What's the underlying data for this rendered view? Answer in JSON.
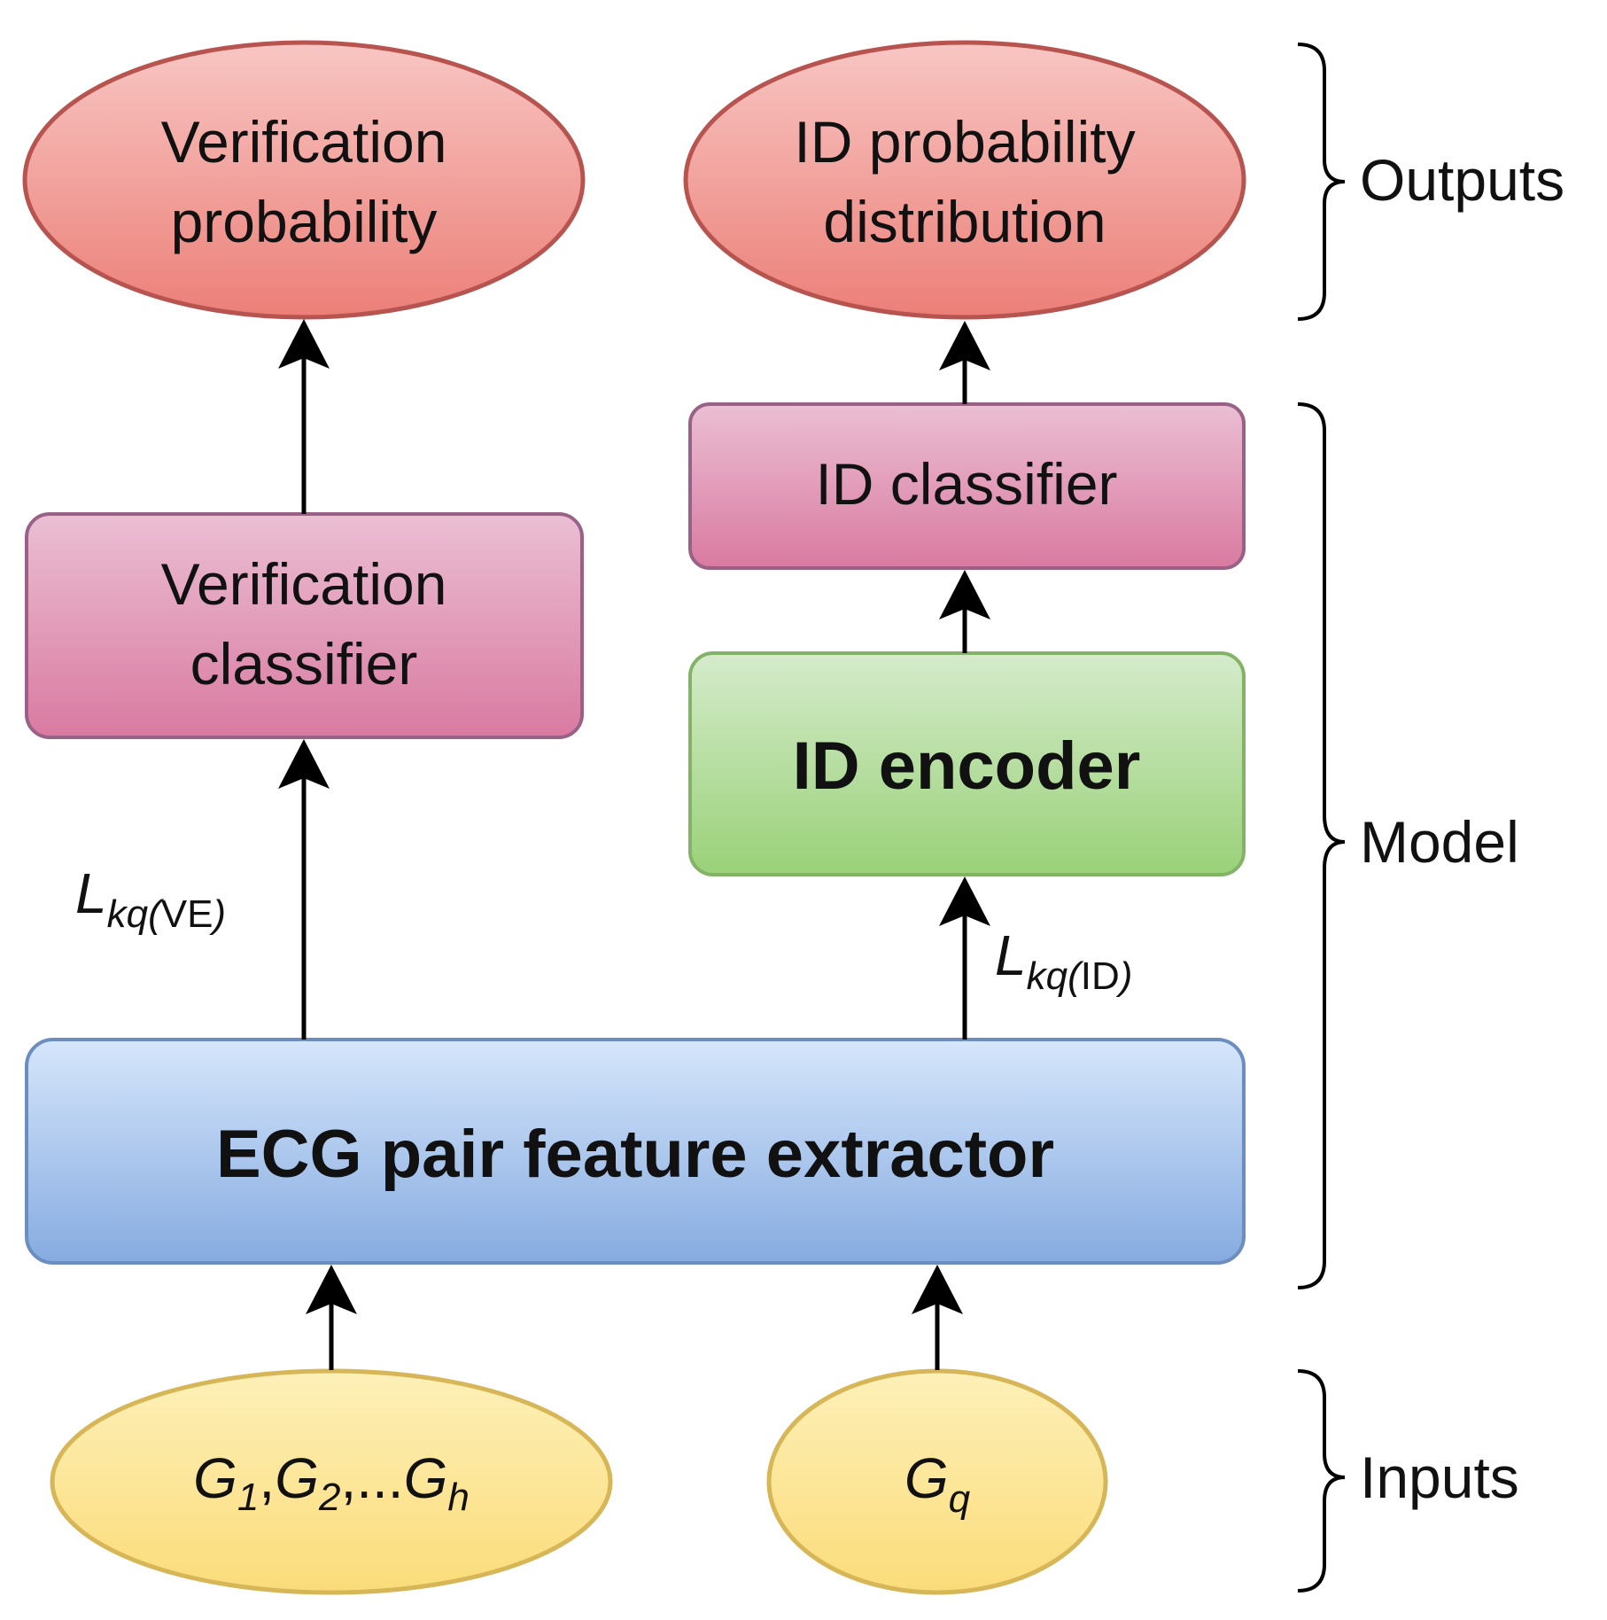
{
  "outputs": {
    "verification_probability": [
      "Verification",
      "probability"
    ],
    "id_probability_distribution": [
      "ID probability",
      "distribution"
    ]
  },
  "model": {
    "id_classifier": "ID classifier",
    "verification_classifier": [
      "Verification",
      "classifier"
    ],
    "id_encoder": "ID encoder",
    "feature_extractor": "ECG pair feature extractor"
  },
  "edge_labels": {
    "verification": {
      "base": "L",
      "sub_italic": "kq(",
      "sub_plain": "VE",
      "close": ")"
    },
    "id": {
      "base": "L",
      "sub_italic": "kq(",
      "sub_plain": "ID",
      "close": ")"
    }
  },
  "inputs": {
    "gallery": {
      "g": "G",
      "s1": "1",
      "s2": "2",
      "sh": "h",
      "sep1": ",",
      "sep2": ",...",
      "tail": ""
    },
    "query": {
      "g": "G",
      "sub": "q"
    }
  },
  "groups": {
    "outputs": "Outputs",
    "model": "Model",
    "inputs": "Inputs"
  },
  "colors": {
    "output_fill": "#f08a84",
    "output_stroke": "#b85450",
    "classifier_fill": "#de88aa",
    "classifier_stroke": "#996185",
    "encoder_fill": "#a9d88a",
    "encoder_stroke": "#82b366",
    "extractor_fill": "#9cc0ec",
    "extractor_stroke": "#6c8ebf",
    "input_fill": "#fde28a",
    "input_stroke": "#d6b656"
  }
}
